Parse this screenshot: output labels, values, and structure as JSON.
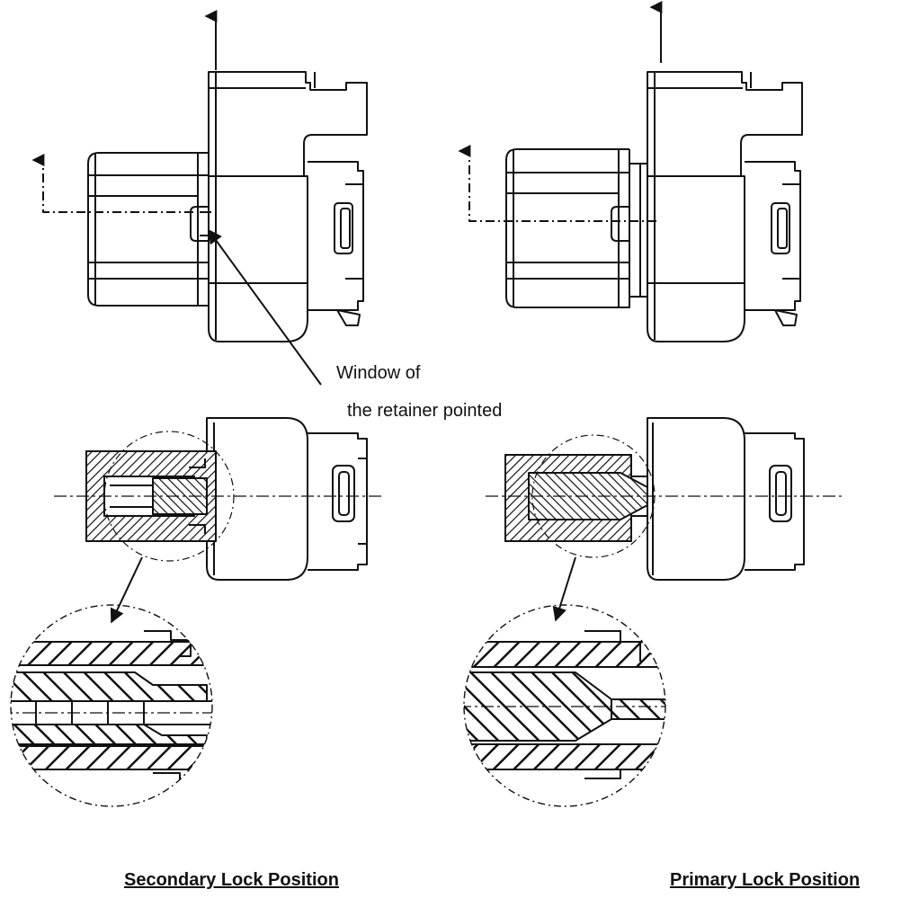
{
  "annotation": {
    "line1": "Window of",
    "line2": "the retainer pointed"
  },
  "captions": {
    "left": "Secondary Lock Position",
    "right": "Primary Lock Position"
  },
  "colors": {
    "ink": "#111111",
    "paper": "#ffffff"
  }
}
